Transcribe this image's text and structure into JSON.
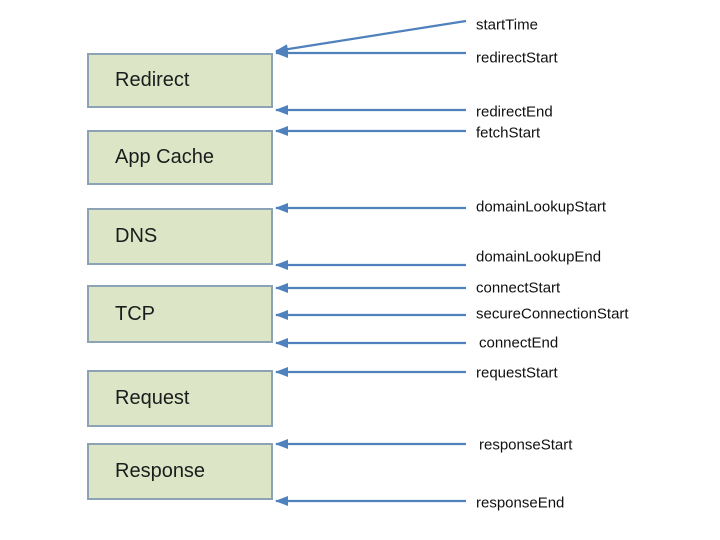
{
  "colors": {
    "background": "#ffffff",
    "box_fill": "#dce6c7",
    "box_border": "#8ca3b5",
    "arrow": "#4f81bd",
    "text": "#1c1c1c"
  },
  "diagram": {
    "boxes": [
      {
        "label": "Redirect"
      },
      {
        "label": "App Cache"
      },
      {
        "label": "DNS"
      },
      {
        "label": "TCP"
      },
      {
        "label": "Request"
      },
      {
        "label": "Response"
      }
    ],
    "events": [
      {
        "label": "startTime"
      },
      {
        "label": "redirectStart"
      },
      {
        "label": "redirectEnd"
      },
      {
        "label": "fetchStart"
      },
      {
        "label": "domainLookupStart"
      },
      {
        "label": "domainLookupEnd"
      },
      {
        "label": "connectStart"
      },
      {
        "label": "secureConnectionStart"
      },
      {
        "label": "connectEnd"
      },
      {
        "label": "requestStart"
      },
      {
        "label": "responseStart"
      },
      {
        "label": "responseEnd"
      }
    ]
  }
}
